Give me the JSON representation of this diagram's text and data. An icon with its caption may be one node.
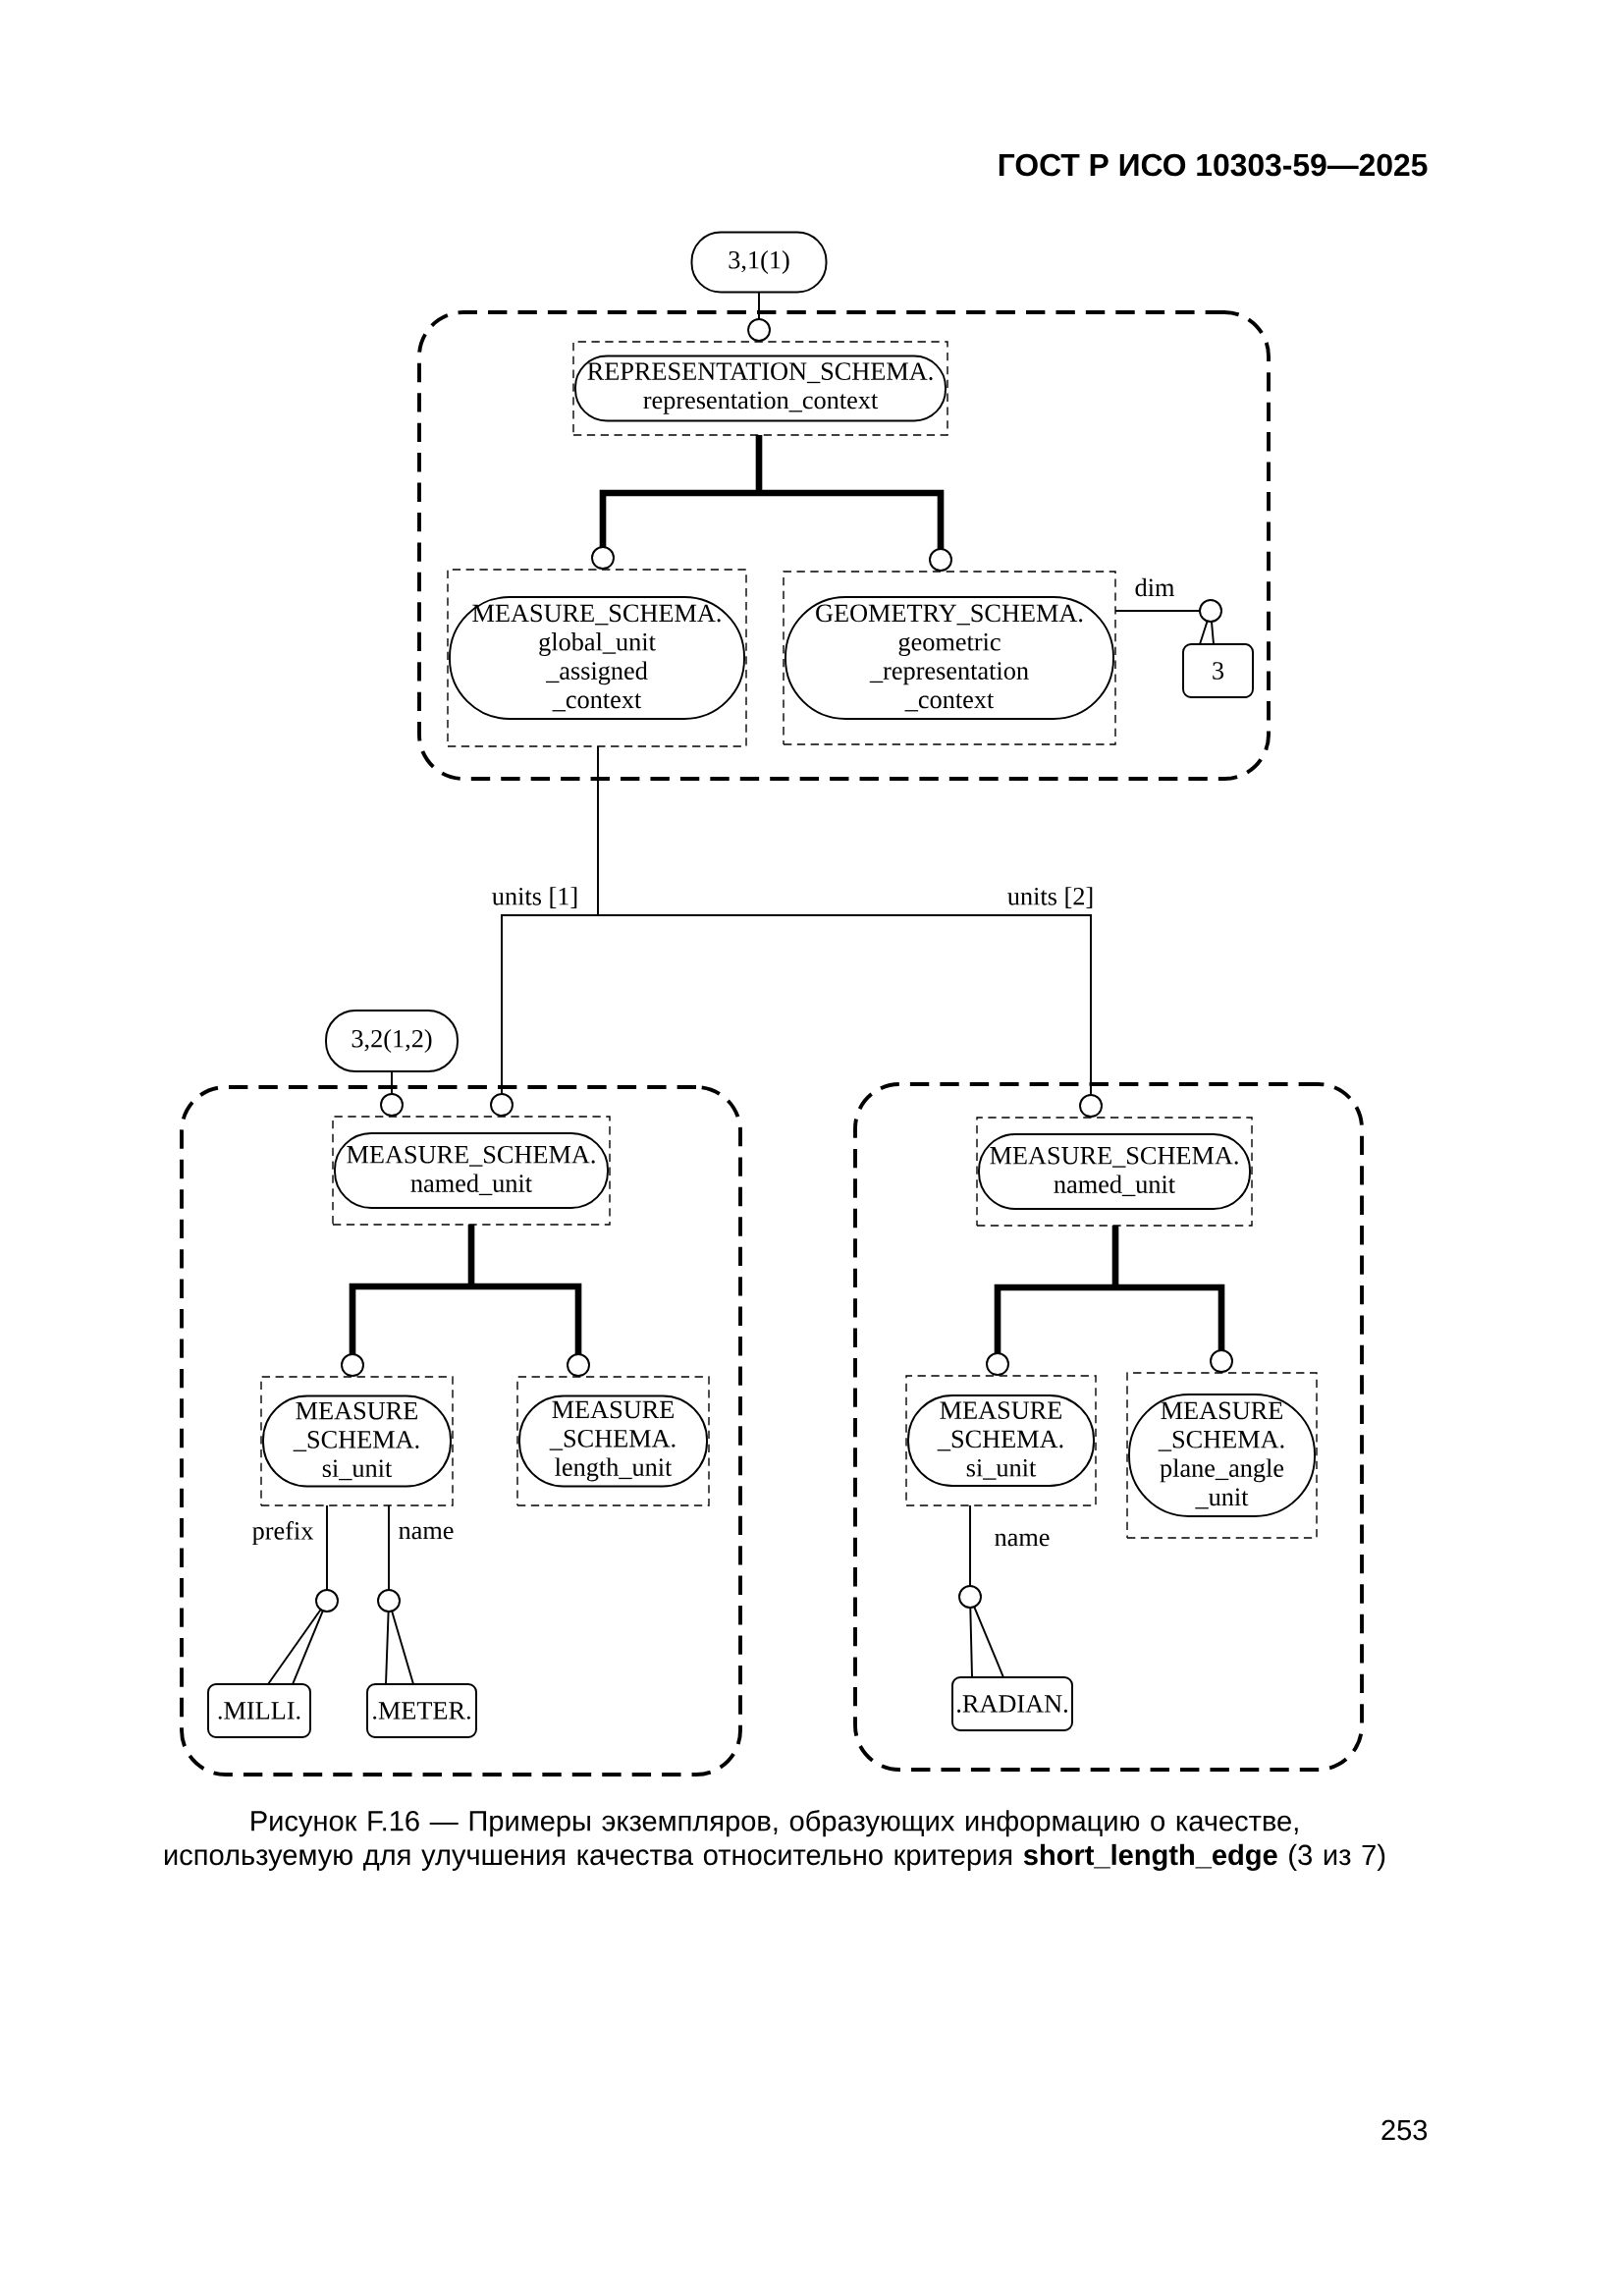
{
  "diagram": {
    "caption": "Рисунок F.16 — Примеры экземпляров, образующих информацию о качестве, используемую для улучшения качества относительно критерия **short_length_edge** (3 из 7)",
    "nodes": [
      {
        "text": [
          "3,1(1)"
        ]
      },
      {
        "text": [],
        "shape": "box"
      },
      {
        "text": [
          "REPRESENTATION_SCHEMA. representation_context"
        ],
        "in": 1
      },
      {
        "text": [
          "MEASURE_SCHEMA. global_unit _assigned _context"
        ],
        "in": 1
      },
      {
        "text": [
          "GEOMETRY_SCHEMA. geometric _representation _context"
        ],
        "in": 1
      },
      {
        "text": [
          "3"
        ],
        "in": 1
      },
      {
        "text": [
          "3,2(1,2)"
        ]
      },
      {
        "text": [],
        "shape": "box"
      },
      {
        "text": [
          "MEASURE_SCHEMA. named_unit"
        ],
        "in": 7
      },
      {
        "text": [
          "MEASURE _SCHEMA. si_unit"
        ],
        "in": 7
      },
      {
        "text": [
          "MEASURE _SCHEMA. length_unit"
        ],
        "in": 7
      },
      {
        "text": [
          ".MILLI."
        ],
        "in": 7
      },
      {
        "text": [
          ".METER."
        ],
        "in": 7
      },
      {
        "text": [],
        "shape": "box"
      },
      {
        "text": [
          "MEASURE_SCHEMA. named_unit"
        ],
        "in": 13
      },
      {
        "text": [
          "MEASURE _SCHEMA. si_unit"
        ],
        "in": 13
      },
      {
        "text": [
          "MEASURE _SCHEMA. plane_angle _unit"
        ],
        "in": 13
      },
      {
        "text": [
          ".RADIAN."
        ],
        "in": 13
      }
    ],
    "edges": [
      {
        "from": 0,
        "to": 2,
        "arrow": "other"
      },
      {
        "from": 2,
        "to": 3,
        "arrow": "other",
        "style": "thick"
      },
      {
        "from": 2,
        "to": 4,
        "arrow": "other",
        "style": "thick"
      },
      {
        "from": 4,
        "to": 5,
        "arrow": "none",
        "label": "dim"
      },
      {
        "from": 3,
        "to": 8,
        "arrow": "other",
        "label": "units [1]"
      },
      {
        "from": 3,
        "to": 14,
        "arrow": "other",
        "label": "units [2]"
      },
      {
        "from": 6,
        "to": 8,
        "arrow": "other"
      },
      {
        "from": 8,
        "to": 9,
        "arrow": "other",
        "style": "thick"
      },
      {
        "from": 8,
        "to": 10,
        "arrow": "other",
        "style": "thick"
      },
      {
        "from": 9,
        "to": 11,
        "arrow": "none",
        "label": "prefix"
      },
      {
        "from": 9,
        "to": 12,
        "arrow": "none",
        "label": "name"
      },
      {
        "from": 14,
        "to": 15,
        "arrow": "other",
        "style": "thick"
      },
      {
        "from": 14,
        "to": 16,
        "arrow": "other",
        "style": "thick"
      },
      {
        "from": 15,
        "to": 17,
        "arrow": "none",
        "label": "name"
      }
    ],
    "labels": [
      "ГОСТ Р ИСО 10303-59—2025",
      "253"
    ]
  }
}
